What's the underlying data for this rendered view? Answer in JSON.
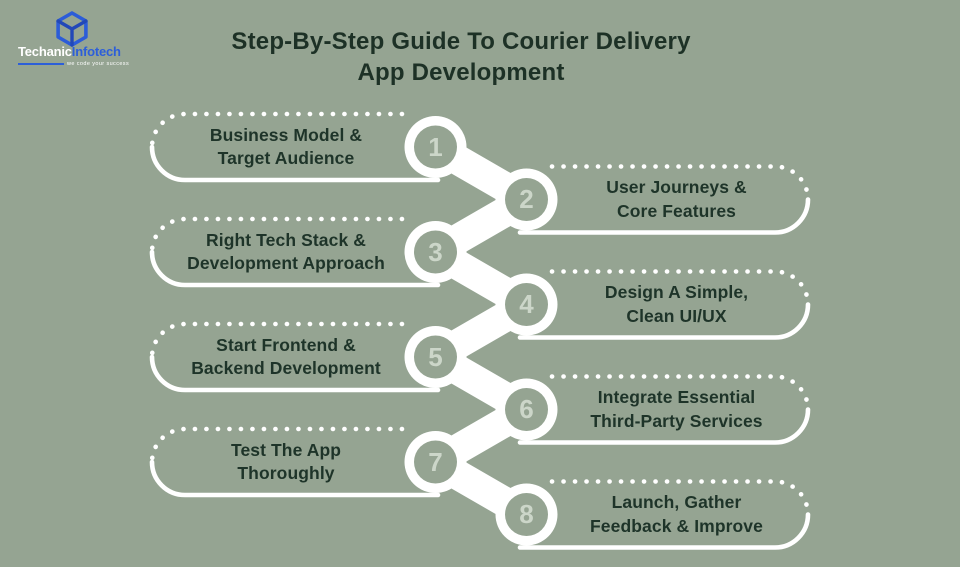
{
  "logo": {
    "brand_primary": "Techanic",
    "brand_secondary": "Infotech",
    "tagline": "we code your success"
  },
  "title": {
    "line1": "Step-By-Step Guide To Courier Delivery",
    "line2": "App Development"
  },
  "steps": [
    {
      "number": "1",
      "line1": "Business Model &",
      "line2": "Target Audience"
    },
    {
      "number": "2",
      "line1": "User Journeys &",
      "line2": "Core Features"
    },
    {
      "number": "3",
      "line1": "Right Tech Stack &",
      "line2": "Development Approach"
    },
    {
      "number": "4",
      "line1": "Design A Simple,",
      "line2": "Clean UI/UX"
    },
    {
      "number": "5",
      "line1": "Start Frontend &",
      "line2": "Backend Development"
    },
    {
      "number": "6",
      "line1": "Integrate Essential",
      "line2": "Third-Party Services"
    },
    {
      "number": "7",
      "line1": "Test The App",
      "line2": "Thoroughly"
    },
    {
      "number": "8",
      "line1": "Launch, Gather",
      "line2": "Feedback & Improve"
    }
  ],
  "colors": {
    "background": "#95a492",
    "title_text": "#1d3126",
    "step_text": "#1e3429",
    "shape_white": "#ffffff",
    "number_text": "#ccd6c9",
    "logo_blue": "#2d5fd9"
  }
}
